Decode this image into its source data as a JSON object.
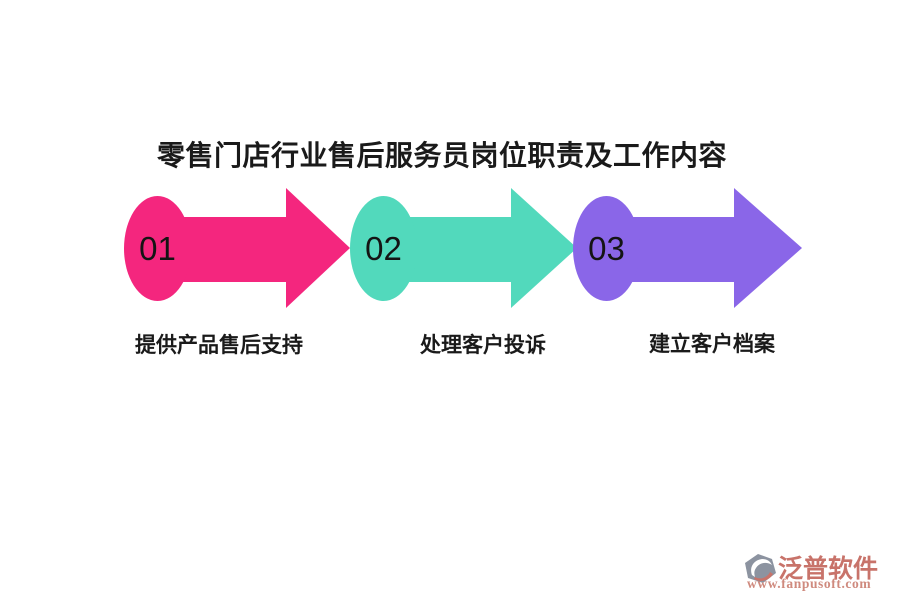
{
  "page": {
    "background": "#ffffff"
  },
  "title": {
    "text": "零售门店行业售后服务员岗位职责及工作内容",
    "color": "#1a1a1a"
  },
  "steps": [
    {
      "number": "01",
      "label": "提供产品售后支持",
      "color": "#F4267E"
    },
    {
      "number": "02",
      "label": "处理客户投诉",
      "color": "#52D9BC"
    },
    {
      "number": "03",
      "label": "建立客户档案",
      "color": "#8A66E8"
    }
  ],
  "watermark": {
    "brand": "泛普软件",
    "url": "www.fanpusoft.com",
    "brand_color": "#C8736A",
    "url_color": "#CF8A7E",
    "logo_gray": "#8C93A0",
    "logo_icon": "fanpu-gem-logo"
  }
}
